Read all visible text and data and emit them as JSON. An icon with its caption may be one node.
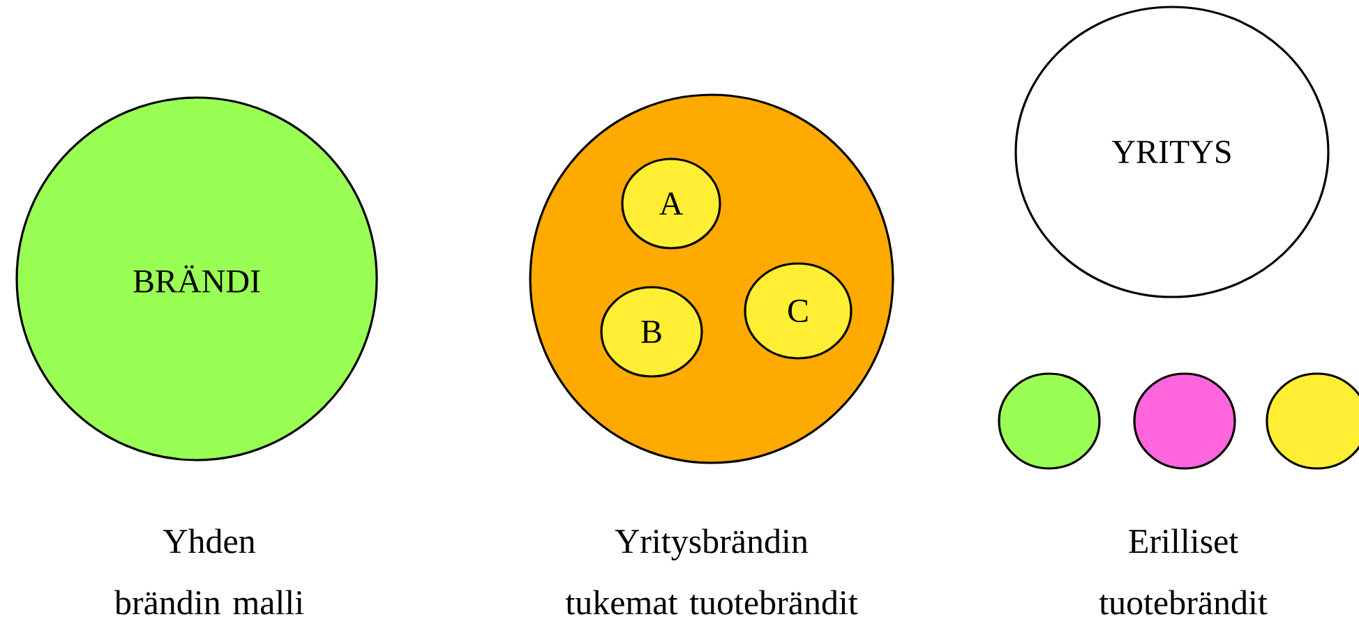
{
  "diagram": {
    "nodes": [
      {
        "text": [
          "BRÄNDI"
        ]
      },
      {
        "text": [],
        "shape": "circle"
      },
      {
        "text": [
          "A"
        ],
        "in": 1
      },
      {
        "text": [
          "B"
        ],
        "in": 1
      },
      {
        "text": [
          "C"
        ],
        "in": 1
      },
      {
        "text": [
          "YRITYS"
        ]
      },
      {
        "text": [],
        "shape": "circle"
      },
      {
        "text": [],
        "shape": "circle"
      },
      {
        "text": [],
        "shape": "circle"
      }
    ],
    "labels": [
      "Yhden brändin malli",
      "Yritysbrändin tukemat tuotebrändit",
      "Erilliset tuotebrändit"
    ]
  }
}
